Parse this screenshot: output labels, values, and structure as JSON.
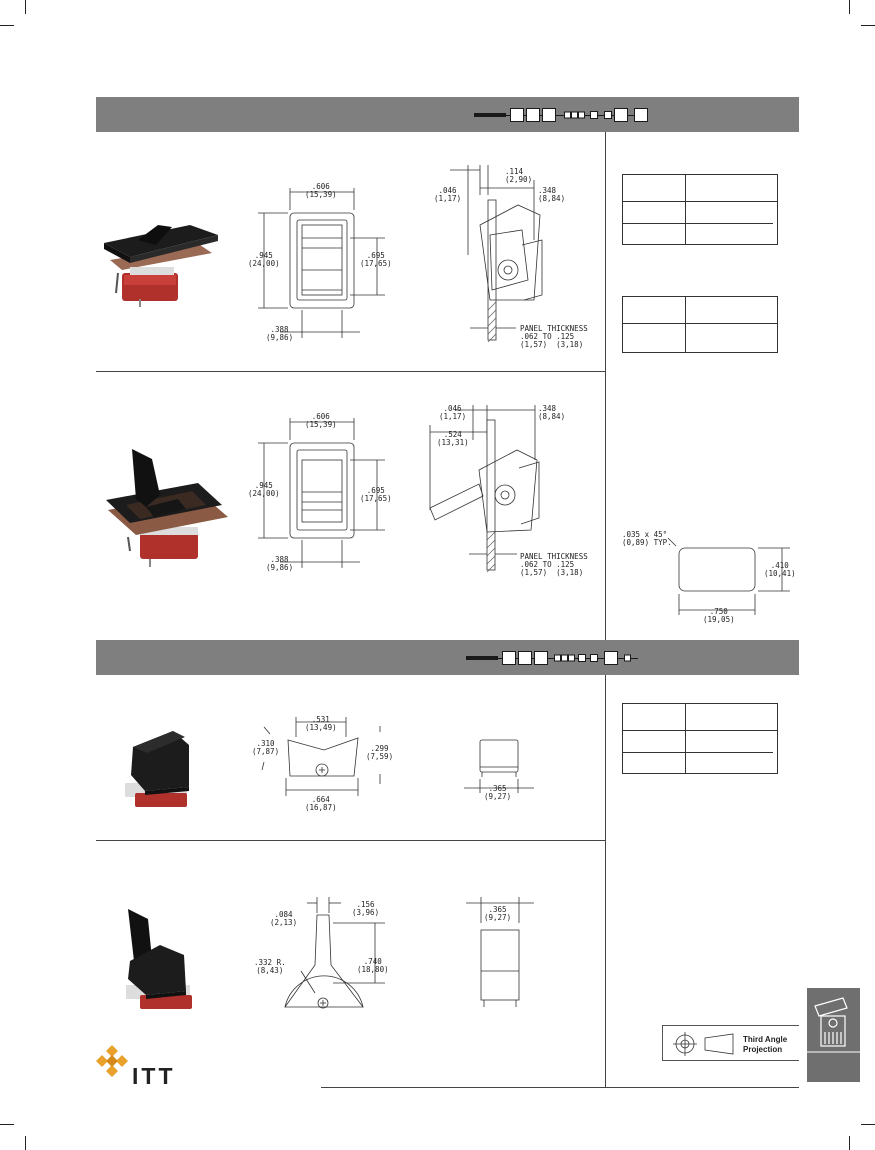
{
  "brand": {
    "name": "ITT"
  },
  "projection": {
    "line1": "Third Angle",
    "line2": "Projection"
  },
  "icons": {
    "logo": "itt-diamond-logo",
    "projection": "third-angle-projection-symbol",
    "tab": "rocker-switch-tab-icon"
  },
  "colors": {
    "banner": "#7f7f7f",
    "tab": "#6f6f6f",
    "switch_red": "#b0302c",
    "switch_black": "#1c1c1c"
  },
  "section1": {
    "row1": {
      "front": {
        "width": ".606",
        "width_mm": "(15,39)",
        "height": ".945",
        "height_mm": "(24,00)",
        "inner": ".695",
        "inner_mm": "(17,65)",
        "bottom": ".388",
        "bottom_mm": "(9,86)"
      },
      "side": {
        "top1": ".114",
        "top1_mm": "(2,90)",
        "left": ".046",
        "left_mm": "(1,17)",
        "right": ".348",
        "right_mm": "(8,84)",
        "panel": "PANEL THICKNESS",
        "panel_range": ".062 TO .125",
        "panel_mm": "(1,57)  (3,18)"
      }
    },
    "row2": {
      "front": {
        "width": ".606",
        "width_mm": "(15,39)",
        "height": ".945",
        "height_mm": "(24,00)",
        "inner": ".695",
        "inner_mm": "(17,65)",
        "bottom": ".388",
        "bottom_mm": "(9,86)"
      },
      "side": {
        "left": ".046",
        "left_mm": "(1,17)",
        "lever": ".524",
        "lever_mm": "(13,31)",
        "right": ".348",
        "right_mm": "(8,84)",
        "panel": "PANEL THICKNESS",
        "panel_range": ".062 TO .125",
        "panel_mm": "(1,57)  (3,18)"
      }
    },
    "cutout": {
      "chamfer": ".035 x 45°",
      "chamfer_mm": "(0,89) TYP.",
      "height": ".410",
      "height_mm": "(10,41)",
      "width": ".750",
      "width_mm": "(19,05)"
    }
  },
  "section2": {
    "row1": {
      "front": {
        "top": ".531",
        "top_mm": "(13,49)",
        "left": ".310",
        "left_mm": "(7,87)",
        "right": ".299",
        "right_mm": "(7,59)",
        "bottom": ".664",
        "bottom_mm": "(16,87)"
      },
      "side": {
        "width": ".365",
        "width_mm": "(9,27)"
      }
    },
    "row2": {
      "front": {
        "left": ".084",
        "left_mm": "(2,13)",
        "right": ".156",
        "right_mm": "(3,96)",
        "radius": ".332 R.",
        "radius_mm": "(8,43)",
        "height": ".740",
        "height_mm": "(18,80)"
      },
      "side": {
        "width": ".365",
        "width_mm": "(9,27)"
      }
    }
  }
}
